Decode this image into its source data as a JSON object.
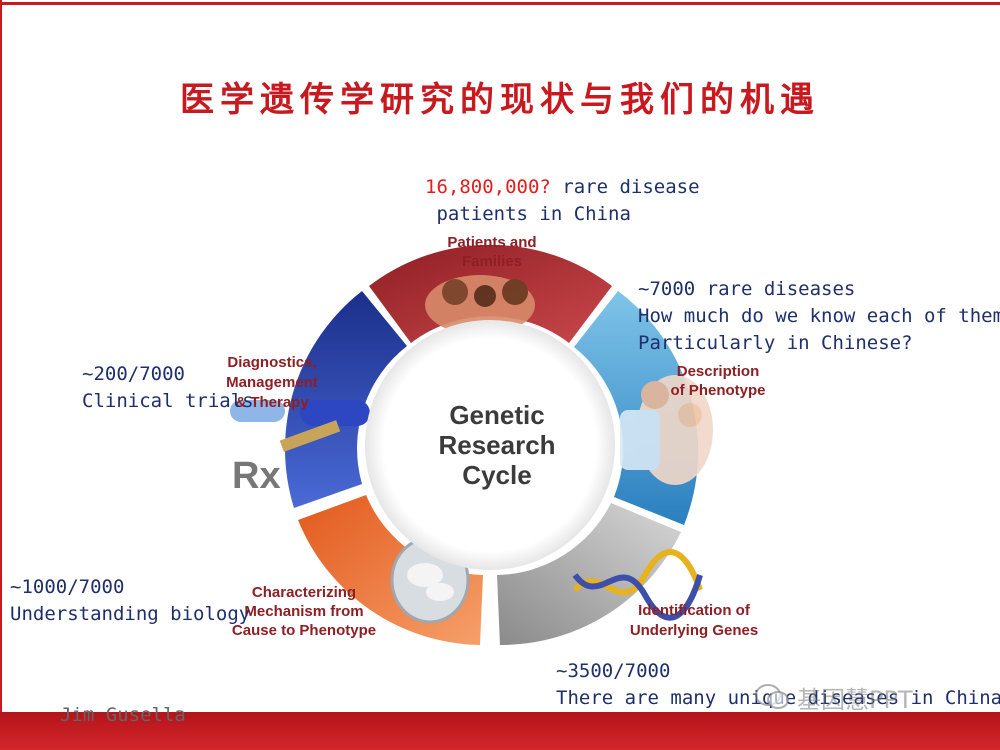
{
  "slide": {
    "title": "医学遗传学研究的现状与我们的机遇",
    "author": "Jim Gusella",
    "watermark": "基因慧PPT"
  },
  "cycle": {
    "center_line1": "Genetic",
    "center_line2": "Research",
    "center_line3": "Cycle",
    "stages": [
      {
        "line1": "Patients and",
        "line2": "Families"
      },
      {
        "line1": "Description",
        "line2": "of Phenotype"
      },
      {
        "line1": "Identification of",
        "line2": "Underlying Genes"
      },
      {
        "line1": "Characterizing",
        "line2": "Mechanism from",
        "line3": "Cause to Phenotype"
      },
      {
        "line1": "Diagnostics,",
        "line2": "Management",
        "line3": "& Therapy"
      }
    ],
    "rx_label": "Rx"
  },
  "annotations": {
    "patients_count": "16,800,000?",
    "patients_line1_rest": " rare disease",
    "patients_line2": " patients in China",
    "phenotype_line1": "~7000 rare diseases",
    "phenotype_line2": "How much do we know each of them?",
    "phenotype_line3": "Particularly in Chinese?",
    "genes_line1": "~3500/7000",
    "genes_line2": "There are many unique diseases in China",
    "mechanism_line1": "~1000/7000",
    "mechanism_line2": "Understanding biology",
    "therapy_line1": "~200/7000",
    "therapy_line2": "Clinical trials"
  }
}
